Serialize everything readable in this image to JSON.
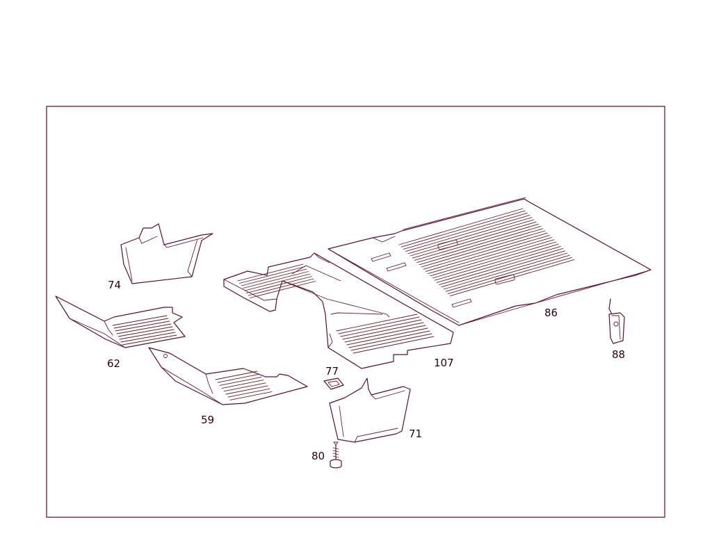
{
  "diagram": {
    "colors": {
      "line": "#5a1020",
      "text": "#2a0010",
      "background": "#ffffff"
    },
    "parts": [
      {
        "id": "74",
        "label": "74"
      },
      {
        "id": "62",
        "label": "62"
      },
      {
        "id": "59",
        "label": "59"
      },
      {
        "id": "77",
        "label": "77"
      },
      {
        "id": "80",
        "label": "80"
      },
      {
        "id": "71",
        "label": "71"
      },
      {
        "id": "107",
        "label": "107"
      },
      {
        "id": "86",
        "label": "86"
      },
      {
        "id": "88",
        "label": "88"
      }
    ]
  }
}
